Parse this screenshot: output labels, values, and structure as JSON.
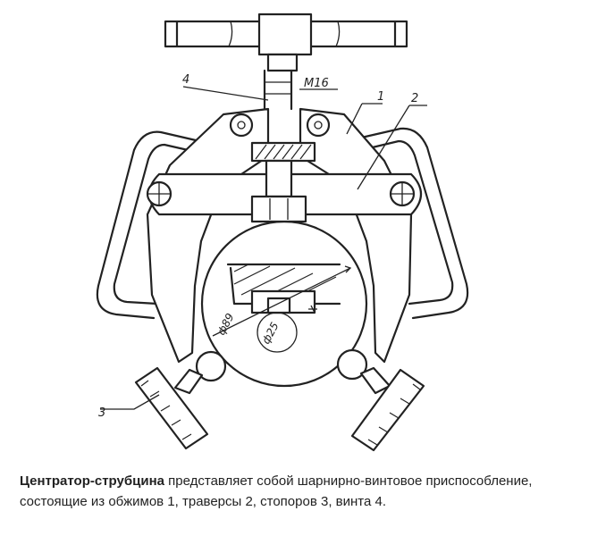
{
  "diagram": {
    "thread_label": "М16",
    "part_labels": [
      "1",
      "2",
      "3",
      "4"
    ],
    "diameter_outer": "ф89",
    "diameter_inner": "ф25"
  },
  "caption": {
    "title": "Центратор-струбцина",
    "text": " представляет собой шарнирно-винтовое приспособление, состоящие из обжимов 1, траверсы 2, стопоров 3, винта 4."
  }
}
